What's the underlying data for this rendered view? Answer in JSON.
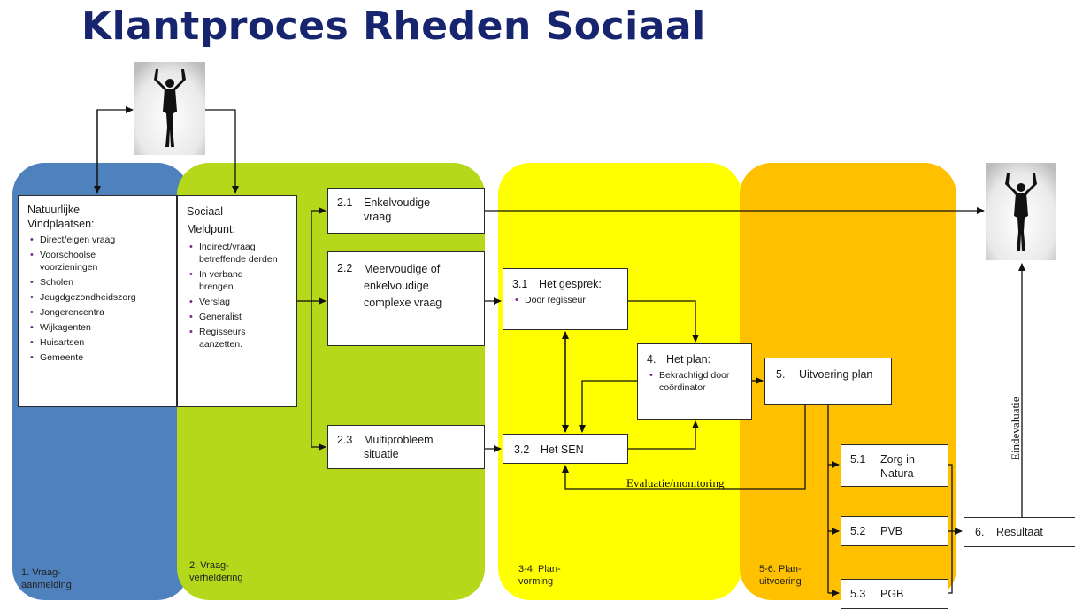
{
  "title": "Klantproces Rheden Sociaal",
  "colors": {
    "phase1": "#4f81bd",
    "phase2": "#b5d91a",
    "phase3": "#ffff00",
    "phase4": "#ffc000",
    "title": "#17246e"
  },
  "phases": {
    "p1": "1.   Vraag-\naanmelding",
    "p2": "2.   Vraag-\nverheldering",
    "p3": "3-4.   Plan-\nvorming",
    "p4": "5-6.  Plan-\nuitvoering"
  },
  "boxes": {
    "vindplaatsen": {
      "title": "Natuurlijke Vindplaatsen:",
      "items": [
        "Direct/eigen vraag",
        "Voorschoolse voorzieningen",
        "Scholen",
        "Jeugdgezondheidszorg",
        "Jongerencentra",
        "Wijkagenten",
        "Huisartsen",
        "Gemeente"
      ]
    },
    "meldpunt": {
      "title": "Sociaal Meldpunt:",
      "items": [
        "Indirect/vraag betreffende derden",
        "In verband brengen",
        "Verslag",
        "Generalist",
        "Regisseurs aanzetten."
      ]
    },
    "b21": {
      "num": "2.1",
      "label": "Enkelvoudige vraag"
    },
    "b22": {
      "num": "2.2",
      "label": "Meervoudige of enkelvoudige complexe vraag"
    },
    "b23": {
      "num": "2.3",
      "label": "Multiprobleem situatie"
    },
    "b31": {
      "num": "3.1",
      "label": "Het gesprek:",
      "items": [
        "Door regisseur"
      ]
    },
    "b32": {
      "num": "3.2",
      "label": "Het SEN"
    },
    "b4": {
      "num": "4.",
      "label": "Het plan:",
      "items": [
        "Bekrachtigd door coördinator"
      ]
    },
    "b5": {
      "num": "5.",
      "label": "Uitvoering plan"
    },
    "b51": {
      "num": "5.1",
      "label": "Zorg in Natura"
    },
    "b52": {
      "num": "5.2",
      "label": "PVB"
    },
    "b53": {
      "num": "5.3",
      "label": "PGB"
    },
    "b6": {
      "num": "6.",
      "label": "Resultaat"
    }
  },
  "flow_labels": {
    "evaluatie": "Evaluatie/monitoring",
    "eindevaluatie": "Eindevaluatie"
  }
}
